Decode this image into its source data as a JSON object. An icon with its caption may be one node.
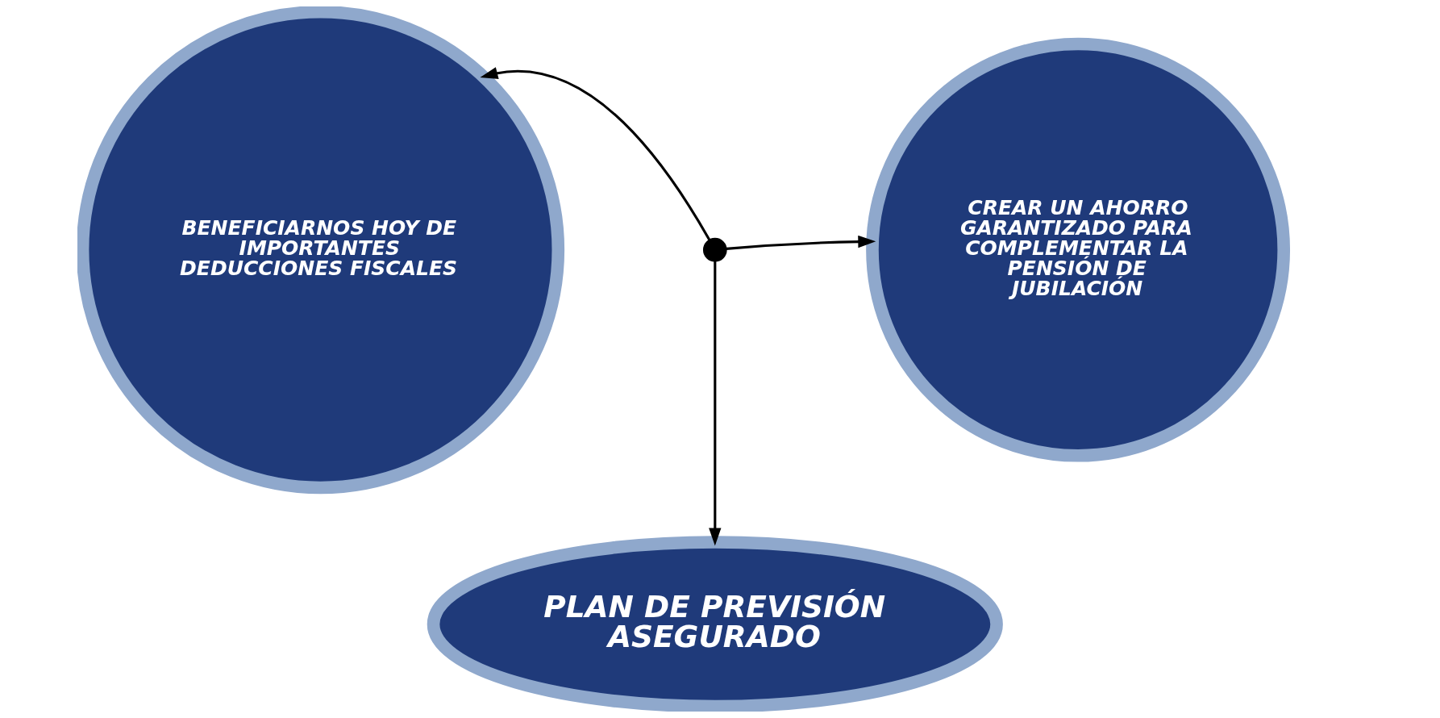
{
  "diagram": {
    "nodes": [
      {
        "text": [
          "BENEFICIARNOS HOY DE IMPORTANTES DEDUCCIONES FISCALES"
        ]
      },
      {
        "text": [
          "CREAR UN AHORRO GARANTIZADO PARA COMPLEMENTAR LA PENSIÓN DE JUBILACIÓN"
        ]
      },
      {
        "text": [
          "PLAN DE PREVISIÓN ASEGURADO"
        ]
      },
      {
        "text": [],
        "shape": "arrow"
      }
    ],
    "edges": [
      {
        "from": 3,
        "to": 0,
        "arrow": "to"
      },
      {
        "from": 3,
        "to": 1,
        "arrow": "to"
      },
      {
        "from": 3,
        "to": 2,
        "arrow": "to"
      }
    ]
  }
}
